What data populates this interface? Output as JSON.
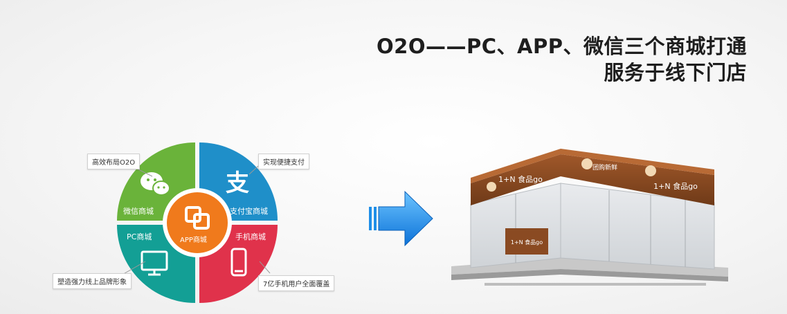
{
  "headline": {
    "line1": "O2O——PC、APP、微信三个商城打通",
    "line2": "服务于线下门店"
  },
  "wheel": {
    "center_label": "APP商城",
    "segments": [
      {
        "label": "微信商城",
        "callout": "高效布局O2O",
        "color": "#6ab33a",
        "icon": "wechat-icon"
      },
      {
        "label": "支付宝商城",
        "callout": "实现便捷支付",
        "color": "#1f8fc9",
        "icon": "alipay-icon"
      },
      {
        "label": "手机商城",
        "callout": "7亿手机用户全面覆盖",
        "color": "#e0324b",
        "icon": "phone-icon"
      },
      {
        "label": "PC商城",
        "callout": "塑造强力线上品牌形象",
        "color": "#139f95",
        "icon": "monitor-icon"
      }
    ],
    "center_color": "#f07a1c"
  },
  "arrow": {
    "color": "#1d8ee8",
    "icon": "arrow-right-icon"
  },
  "store": {
    "sign_text": "1+N 食品go",
    "brand_text": "团购新鲜",
    "fascia_color": "#8a4a22"
  }
}
